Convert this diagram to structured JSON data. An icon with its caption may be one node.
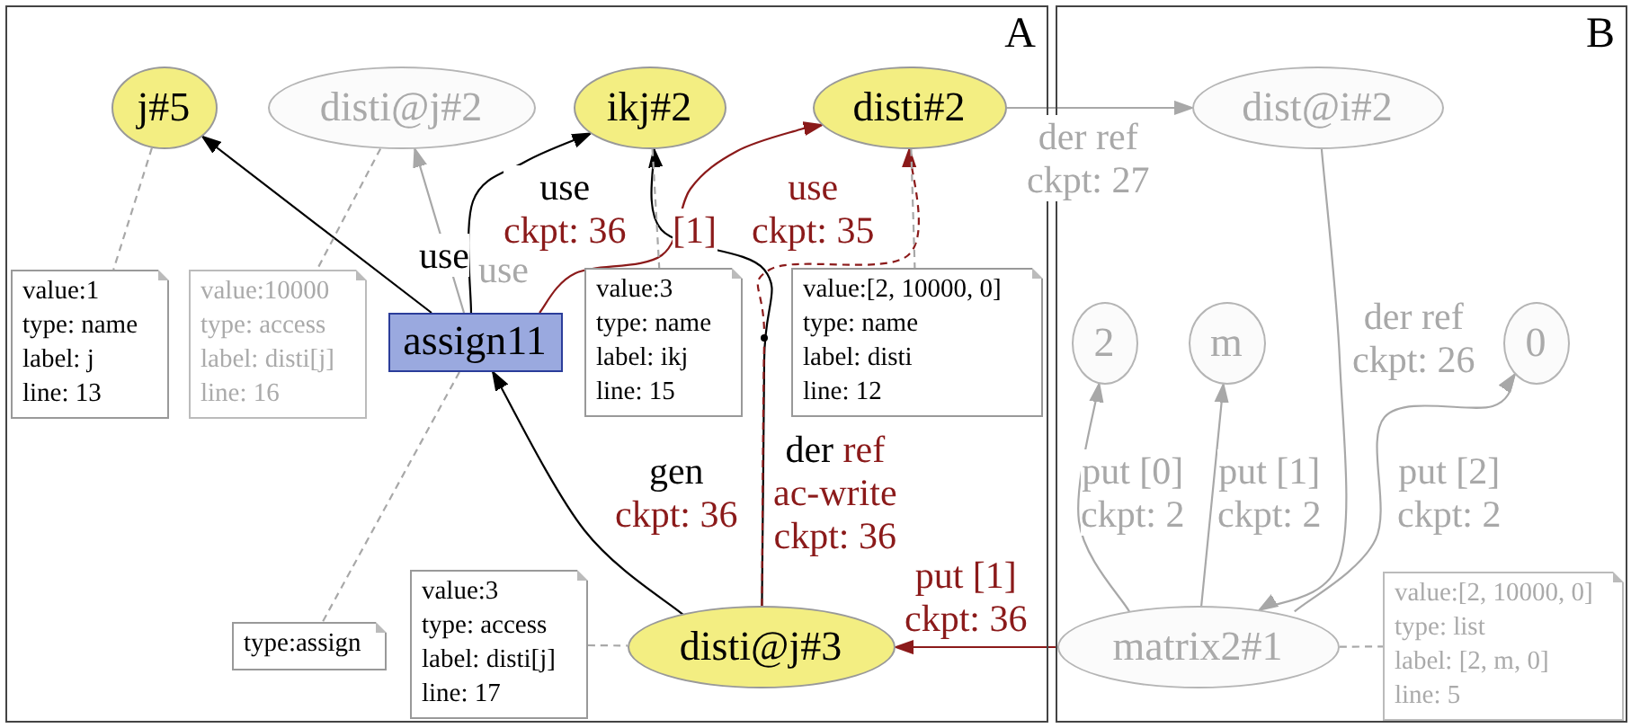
{
  "diagram": {
    "nodes": [
      {
        "text": [
          "A"
        ]
      },
      {
        "text": [
          "B"
        ]
      },
      {
        "text": [
          "j#5"
        ],
        "in": 0
      },
      {
        "text": [
          "disti@j#2"
        ],
        "in": 0
      },
      {
        "text": [
          "ikj#2"
        ],
        "in": 0
      },
      {
        "text": [
          "disti#2"
        ],
        "in": 0
      },
      {
        "text": [
          "value:1",
          "type: name",
          "label: j",
          "line: 13"
        ],
        "in": 0
      },
      {
        "text": [
          "value:10000",
          "type: access",
          "label: disti[j]",
          "line: 16"
        ],
        "in": 0
      },
      {
        "text": [
          "assign11"
        ],
        "in": 0
      },
      {
        "text": [
          "value:3",
          "type: name",
          "label: ikj",
          "line: 15"
        ],
        "in": 0
      },
      {
        "text": [
          "value:[2, 10000, 0]",
          "type: name",
          "label: disti",
          "line: 12"
        ],
        "in": 0
      },
      {
        "text": [
          "type:assign"
        ],
        "in": 0
      },
      {
        "text": [
          "value:3",
          "type: access",
          "label: disti[j]",
          "line: 17"
        ],
        "in": 0
      },
      {
        "text": [
          "disti@j#3"
        ],
        "in": 0
      },
      {
        "text": [
          "dist@i#2"
        ],
        "in": 1
      },
      {
        "text": [
          "2"
        ],
        "in": 1
      },
      {
        "text": [
          "m"
        ],
        "in": 1
      },
      {
        "text": [
          "0"
        ],
        "in": 1
      },
      {
        "text": [
          "matrix2#1"
        ],
        "in": 1
      },
      {
        "text": [
          "value:[2, 10000, 0]",
          "type: list",
          "label: [2, m, 0]",
          "line: 5"
        ],
        "in": 1
      }
    ],
    "edges": [
      {
        "from": 8,
        "to": 2,
        "arrow": "to",
        "label": "use",
        "color": "#000000"
      },
      {
        "from": 8,
        "to": 3,
        "arrow": "to",
        "label": "use"
      },
      {
        "from": 8,
        "to": 4,
        "arrow": "to",
        "label": "use ckpt: 36",
        "color": "#000000"
      },
      {
        "from": 8,
        "to": 5,
        "arrow": "to",
        "label": "[1]",
        "color": "#8b1a1a"
      },
      {
        "from": 13,
        "to": 4,
        "arrow": "to",
        "label": "der ref ac-write ckpt: 36",
        "color": "#000000"
      },
      {
        "from": 13,
        "to": 5,
        "arrow": "to",
        "label": "use ckpt: 35",
        "style": "dashed",
        "color": "#8b1a1a"
      },
      {
        "from": 13,
        "to": 8,
        "arrow": "to",
        "label": "gen ckpt: 36",
        "color": "#000000"
      },
      {
        "from": 18,
        "to": 13,
        "arrow": "to",
        "label": "put [1] ckpt: 36",
        "color": "#8b1a1a"
      },
      {
        "from": 5,
        "to": 14,
        "arrow": "to",
        "label": "der ref ckpt: 27"
      },
      {
        "from": 14,
        "to": 18,
        "arrow": "to",
        "label": "der ref ckpt: 26"
      },
      {
        "from": 18,
        "to": 15,
        "arrow": "to",
        "label": "put [0] ckpt: 2"
      },
      {
        "from": 18,
        "to": 16,
        "arrow": "to",
        "label": "put [1] ckpt: 2"
      },
      {
        "from": 18,
        "to": 17,
        "arrow": "to",
        "label": "put [2] ckpt: 2"
      },
      {
        "from": 2,
        "to": 6,
        "arrow": "none",
        "style": "dashed"
      },
      {
        "from": 3,
        "to": 7,
        "arrow": "none",
        "style": "dashed"
      },
      {
        "from": 4,
        "to": 9,
        "arrow": "none",
        "style": "dashed"
      },
      {
        "from": 5,
        "to": 10,
        "arrow": "none",
        "style": "dashed"
      },
      {
        "from": 8,
        "to": 11,
        "arrow": "none",
        "style": "dashed"
      },
      {
        "from": 12,
        "to": 13,
        "arrow": "none",
        "style": "dashed"
      },
      {
        "from": 18,
        "to": 19,
        "arrow": "none",
        "style": "dashed"
      }
    ]
  }
}
